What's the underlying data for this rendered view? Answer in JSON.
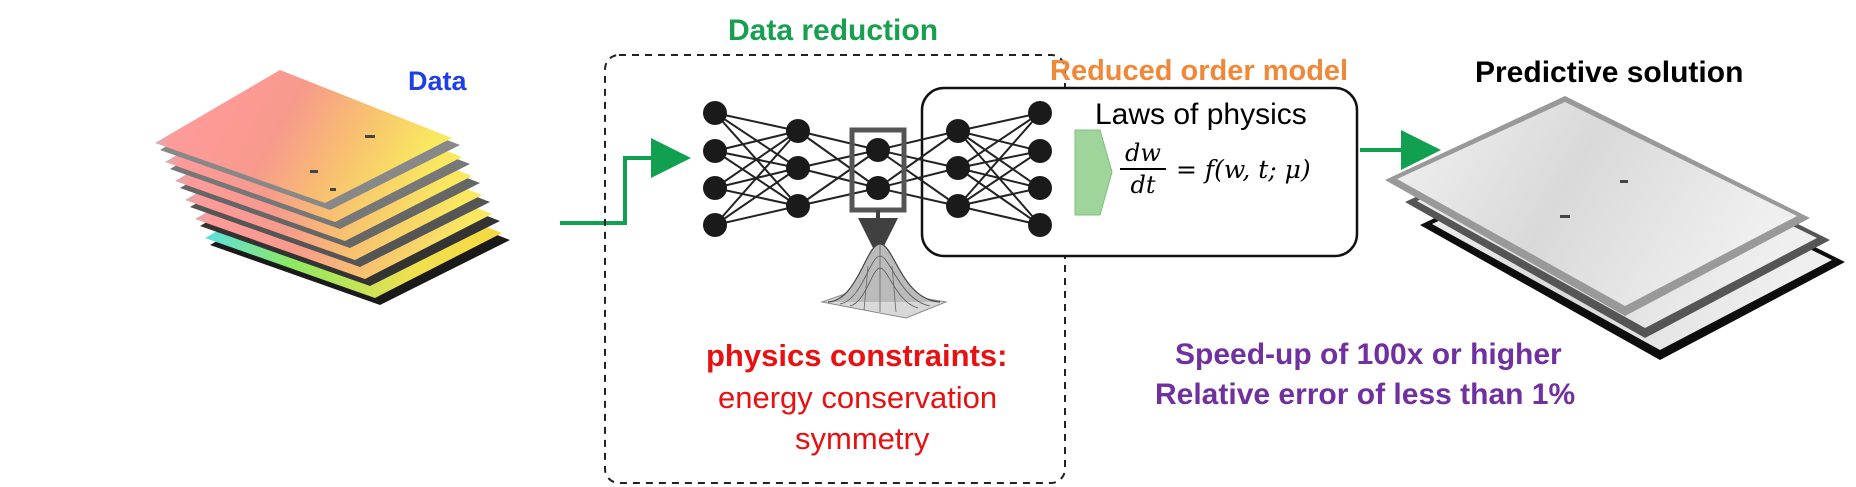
{
  "labels": {
    "data": "Data",
    "data_reduction": "Data reduction",
    "rom": "Reduced order model",
    "laws": "Laws of physics",
    "predictive": "Predictive solution",
    "constraints_title": "physics constraints:",
    "constraint_1": "energy conservation",
    "constraint_2": "symmetry",
    "speedup": "Speed-up of 100x or higher",
    "error": "Relative error of less than 1%"
  },
  "equation": {
    "num": "dw",
    "den": "dt",
    "rhs": "= f(w, t; μ)"
  },
  "colors": {
    "data_label": "#1f3fe6",
    "data_reduction": "#18a050",
    "rom": "#f0883a",
    "constraints": "#e81010",
    "results": "#7030a0",
    "arrows": "#10a050",
    "green_wedge": "#9fd49a"
  }
}
